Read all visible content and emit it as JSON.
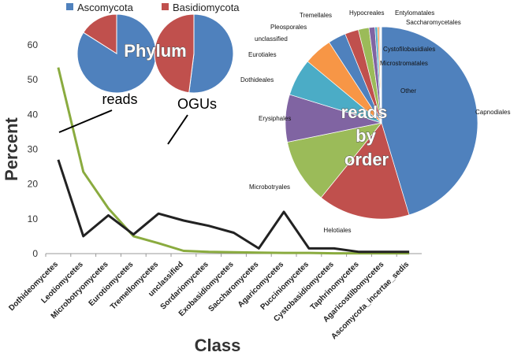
{
  "chart_data": [
    {
      "type": "line",
      "xlabel": "Class",
      "ylabel": "Percent",
      "ylim": [
        0,
        60
      ],
      "yticks": [
        0,
        10,
        20,
        30,
        40,
        50,
        60
      ],
      "categories": [
        "Dothideomycetes",
        "Leotiomycetes",
        "Microbotryomycetes",
        "Eurotiomycetes",
        "Tremellomycetes",
        "unclassified",
        "Sordariomycetes",
        "Exobasidiomycetes",
        "Saccharomycetes",
        "Agaricomycetes",
        "Pucciniomycetes",
        "Cystobasidiomycetes",
        "Taphrinomycetes",
        "Agaricostilbomycetes",
        "Ascomycota_incertae_sedis"
      ],
      "series": [
        {
          "name": "reads",
          "color": "#8aab3f",
          "values": [
            53.5,
            23.5,
            13,
            5,
            3,
            0.8,
            0.5,
            0.4,
            0.3,
            0.2,
            0.2,
            0.1,
            0.1,
            0.1,
            0.1
          ]
        },
        {
          "name": "OGUs",
          "color": "#222222",
          "values": [
            27,
            5,
            11,
            5.5,
            11.5,
            9.5,
            8,
            6,
            1.5,
            12,
            1.5,
            1.5,
            0.5,
            0.5,
            0.5
          ]
        }
      ],
      "grid": false
    },
    {
      "type": "pie",
      "labels": [
        "Ascomycota",
        "Basidiomycota"
      ],
      "values": [
        84,
        16
      ],
      "colors": [
        "#4f81bd",
        "#c0504d"
      ]
    },
    {
      "type": "pie",
      "labels": [
        "Ascomycota",
        "Basidiomycota"
      ],
      "values": [
        52,
        48
      ],
      "colors": [
        "#4f81bd",
        "#c0504d"
      ]
    },
    {
      "type": "pie",
      "labels": [
        "Capnodiales",
        "Helotiales",
        "Microbotryales",
        "Erysiphales",
        "Dothideales",
        "Eurotiales",
        "unclassified",
        "Pleosporales",
        "Tremellales",
        "Hypocreales",
        "Entylomatales",
        "Saccharomycetales",
        "Cystofilobasidiales",
        "Microstromatales",
        "Other"
      ],
      "values": [
        45.5,
        15.5,
        11,
        8,
        6.3,
        4.8,
        3,
        2.3,
        1.8,
        1,
        0.4,
        0.3,
        0.2,
        0.1,
        0.1
      ],
      "colors": [
        "#4f81bd",
        "#c0504d",
        "#9bbb59",
        "#8064a2",
        "#4bacc6",
        "#f79646",
        "#4f81bd",
        "#c0504d",
        "#9bbb59",
        "#8064a2",
        "#4bacc6",
        "#f79646",
        "#aac2e0",
        "#d99694",
        "#c3d69b"
      ]
    }
  ],
  "labels": {
    "phylum": "Phylum",
    "reads": "reads",
    "ogus": "OGUs",
    "reads_by": "reads",
    "by": "by",
    "order": "order"
  }
}
